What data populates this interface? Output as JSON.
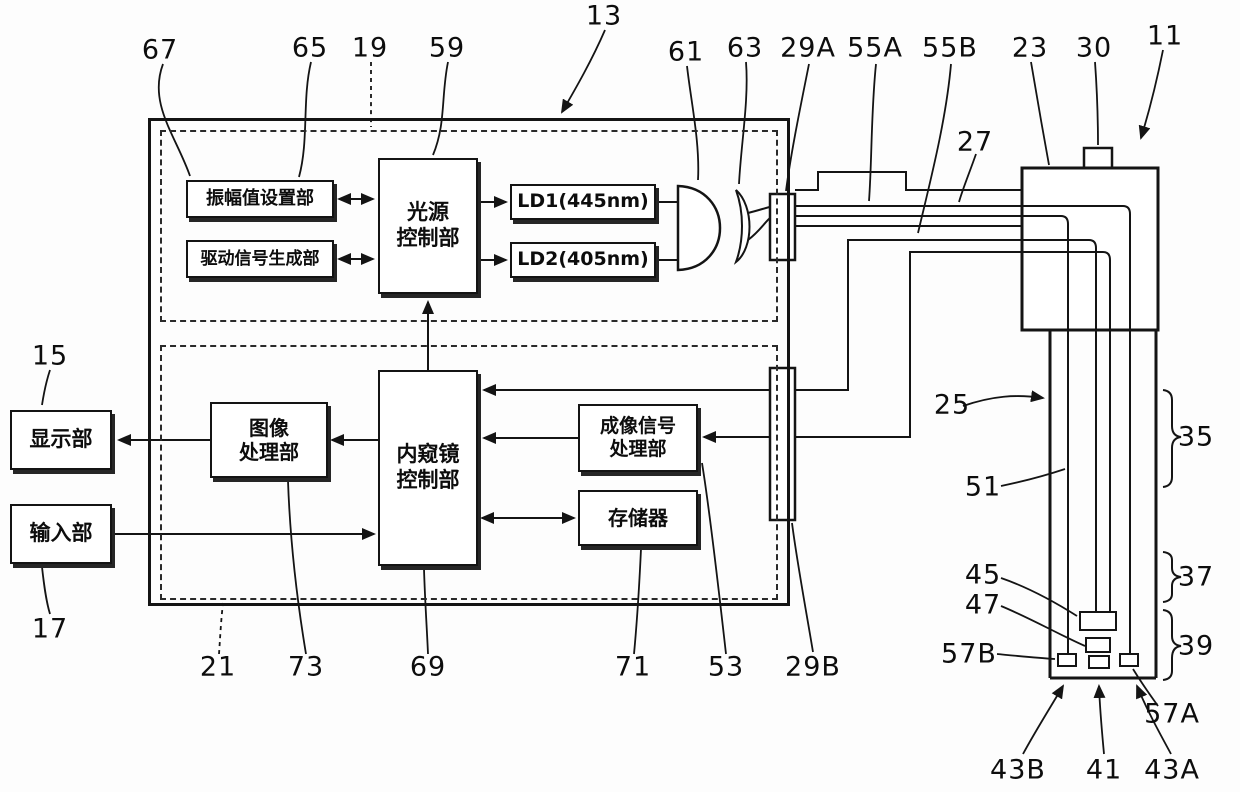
{
  "figure": {
    "background": "#fdfdfd",
    "line_color": "#111111",
    "blocks": {
      "amplitude_setting": {
        "label": "振幅值设置部"
      },
      "drive_signal": {
        "label": "驱动信号生成部"
      },
      "light_source_ctrl": {
        "line1": "光源",
        "line2": "控制部"
      },
      "ld1": {
        "label": "LD1(445nm)"
      },
      "ld2": {
        "label": "LD2(405nm)"
      },
      "display_unit": {
        "label": "显示部"
      },
      "input_unit": {
        "label": "输入部"
      },
      "image_processing": {
        "line1": "图像",
        "line2": "处理部"
      },
      "endoscope_ctrl": {
        "line1": "内窥镜",
        "line2": "控制部"
      },
      "imaging_signal": {
        "line1": "成像信号",
        "line2": "处理部"
      },
      "memory": {
        "label": "存储器"
      }
    },
    "refs": {
      "n13": "13",
      "n67": "67",
      "n65": "65",
      "n19": "19",
      "n59": "59",
      "n61": "61",
      "n63": "63",
      "n29A": "29A",
      "n55A": "55A",
      "n55B": "55B",
      "n23": "23",
      "n30": "30",
      "n11": "11",
      "n27": "27",
      "n15": "15",
      "n17": "17",
      "n21": "21",
      "n73": "73",
      "n69": "69",
      "n71": "71",
      "n53": "53",
      "n29B": "29B",
      "n25": "25",
      "n35": "35",
      "n51": "51",
      "n45": "45",
      "n47": "47",
      "n57B": "57B",
      "n37": "37",
      "n39": "39",
      "n57A": "57A",
      "n43B": "43B",
      "n41": "41",
      "n43A": "43A"
    }
  }
}
